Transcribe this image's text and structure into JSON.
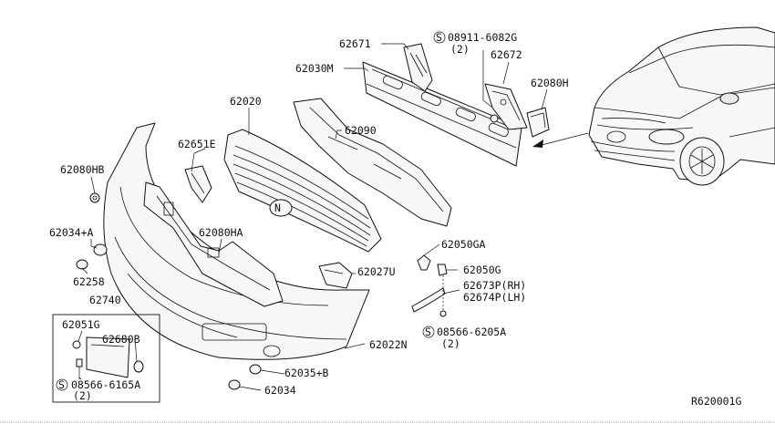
{
  "diagram": {
    "figure_code": "R620001G",
    "parts": [
      {
        "key": "p62671",
        "label": "62671"
      },
      {
        "key": "p08911",
        "label": "08911-6082G"
      },
      {
        "key": "p08911q",
        "label": "(2)"
      },
      {
        "key": "p62672",
        "label": "62672"
      },
      {
        "key": "p62030m",
        "label": "62030M"
      },
      {
        "key": "p62080h",
        "label": "62080H"
      },
      {
        "key": "p62020",
        "label": "62020"
      },
      {
        "key": "p62090",
        "label": "62090"
      },
      {
        "key": "p62651e",
        "label": "62651E"
      },
      {
        "key": "p62080hb",
        "label": "62080HB"
      },
      {
        "key": "p62034a",
        "label": "62034+A"
      },
      {
        "key": "p62080ha",
        "label": "62080HA"
      },
      {
        "key": "p62258",
        "label": "62258"
      },
      {
        "key": "p62740",
        "label": "62740"
      },
      {
        "key": "p62050ga",
        "label": "62050GA"
      },
      {
        "key": "p62050g",
        "label": "62050G"
      },
      {
        "key": "p62027u",
        "label": "62027U"
      },
      {
        "key": "p62673p",
        "label": "62673P(RH)"
      },
      {
        "key": "p62674p",
        "label": "62674P(LH)"
      },
      {
        "key": "p62051g",
        "label": "62051G"
      },
      {
        "key": "p62680b",
        "label": "62680B"
      },
      {
        "key": "p08566a",
        "label": "08566-6205A"
      },
      {
        "key": "p08566aq",
        "label": "(2)"
      },
      {
        "key": "p62022n",
        "label": "62022N"
      },
      {
        "key": "p08566b",
        "label": "08566-6165A"
      },
      {
        "key": "p08566bq",
        "label": "(2)"
      },
      {
        "key": "p62035b",
        "label": "62035+B"
      },
      {
        "key": "p62034",
        "label": "62034"
      }
    ]
  }
}
